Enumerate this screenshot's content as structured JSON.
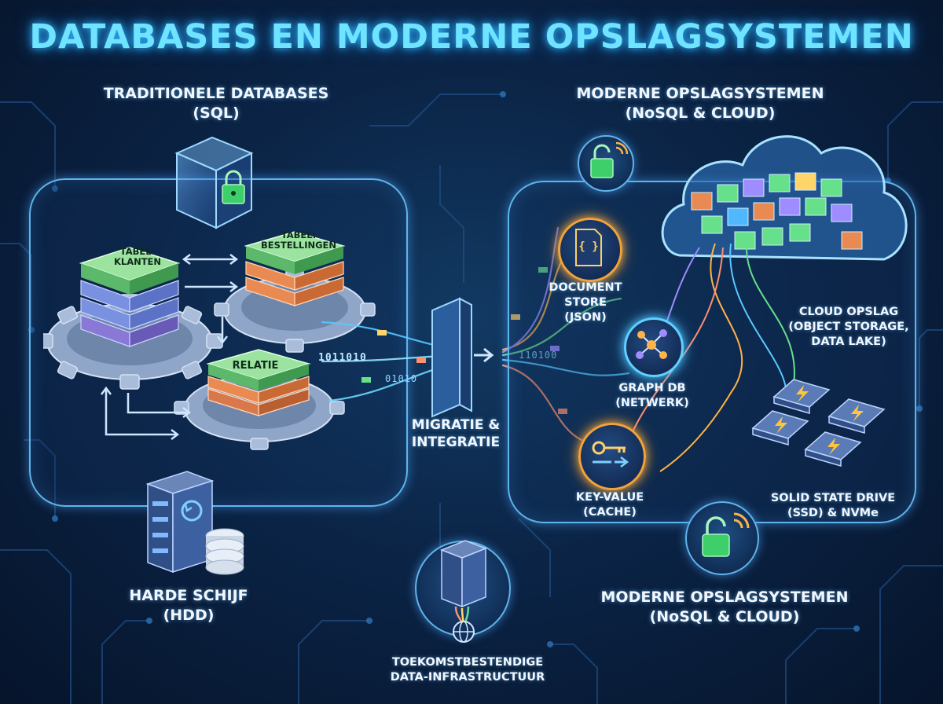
{
  "title": "DATABASES EN MODERNE OPSLAGSYSTEMEN",
  "left": {
    "heading_line1": "TRADITIONELE DATABASES",
    "heading_line2": "(SQL)",
    "tables": {
      "klanten_line1": "TABEL:",
      "klanten_line2": "KLANTEN",
      "bestellingen_line1": "TABEL:",
      "bestellingen_line2": "BESTELLINGEN",
      "relatie": "RELATIE"
    },
    "hdd_line1": "HARDE SCHIJF",
    "hdd_line2": "(HDD)"
  },
  "center": {
    "migration_line1": "MIGRATIE &",
    "migration_line2": "INTEGRATIE",
    "binary_a": "1011010",
    "binary_b": "01010",
    "binary_c": "110100",
    "future_line1": "TOEKOMSTBESTENDIGE",
    "future_line2": "DATA-INFRASTRUCTUUR"
  },
  "right": {
    "heading_top_line1": "MODERNE OPSLAGSYSTEMEN",
    "heading_top_line2": "(NoSQL & CLOUD)",
    "document_line1": "DOCUMENT",
    "document_line2": "STORE",
    "document_line3": "(JSON)",
    "document_glyph": "{ }",
    "graph_line1": "GRAPH DB",
    "graph_line2": "(NETWERK)",
    "kv_line1": "KEY-VALUE",
    "kv_line2": "(CACHE)",
    "cloud_line1": "CLOUD OPSLAG",
    "cloud_line2": "(OBJECT STORAGE,",
    "cloud_line3": "DATA LAKE)",
    "ssd_line1": "SOLID STATE DRIVE",
    "ssd_line2": "(SSD) & NVMe",
    "heading_bottom_line1": "MODERNE OPSLAGSYSTEMEN",
    "heading_bottom_line2": "(NoSQL & CLOUD)"
  },
  "colors": {
    "title_glow": "#6fe3ff",
    "panel_border": "#5fb4ec",
    "node_orange": "#f2a33a",
    "lock_green": "#3ecf6a",
    "table_green": "#7ed48a",
    "table_blue": "#6d86d9",
    "table_orange": "#e07b45"
  },
  "icons": [
    "padlock-icon",
    "cube-icon",
    "gear-icon",
    "server-icon",
    "database-icon",
    "json-document-icon",
    "graph-network-icon",
    "key-icon",
    "cloud-icon",
    "ssd-bolt-icon",
    "globe-icon",
    "wifi-icon"
  ]
}
